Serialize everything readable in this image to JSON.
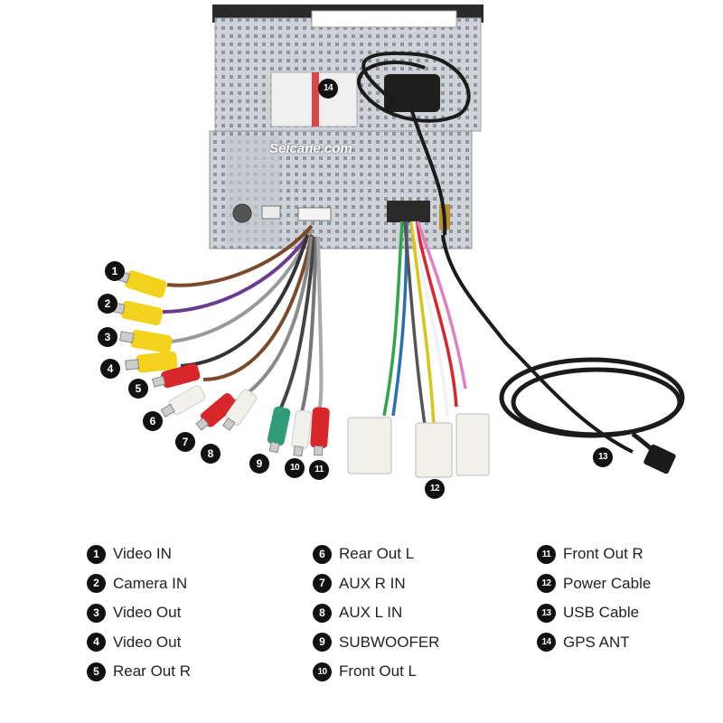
{
  "brand": "Seicane.com",
  "callouts": [
    "1",
    "2",
    "3",
    "4",
    "5",
    "6",
    "7",
    "8",
    "9",
    "10",
    "11",
    "12",
    "13",
    "14"
  ],
  "legend": [
    {
      "n": "1",
      "label": "Video IN"
    },
    {
      "n": "2",
      "label": "Camera IN"
    },
    {
      "n": "3",
      "label": "Video Out"
    },
    {
      "n": "4",
      "label": "Video Out"
    },
    {
      "n": "5",
      "label": "Rear Out R"
    },
    {
      "n": "6",
      "label": "Rear Out L"
    },
    {
      "n": "7",
      "label": "AUX R IN"
    },
    {
      "n": "8",
      "label": "AUX L IN"
    },
    {
      "n": "9",
      "label": "SUBWOOFER"
    },
    {
      "n": "10",
      "label": "Front Out L"
    },
    {
      "n": "11",
      "label": "Front Out R"
    },
    {
      "n": "12",
      "label": "Power Cable"
    },
    {
      "n": "13",
      "label": "USB Cable"
    },
    {
      "n": "14",
      "label": "GPS ANT"
    }
  ],
  "colors": {
    "yellow": "#f2d21c",
    "red": "#d8262a",
    "green": "#2f9d7a",
    "white": "#f2f0ea",
    "metal": "#c9cdd2",
    "cable_black": "#1b1b1b"
  }
}
